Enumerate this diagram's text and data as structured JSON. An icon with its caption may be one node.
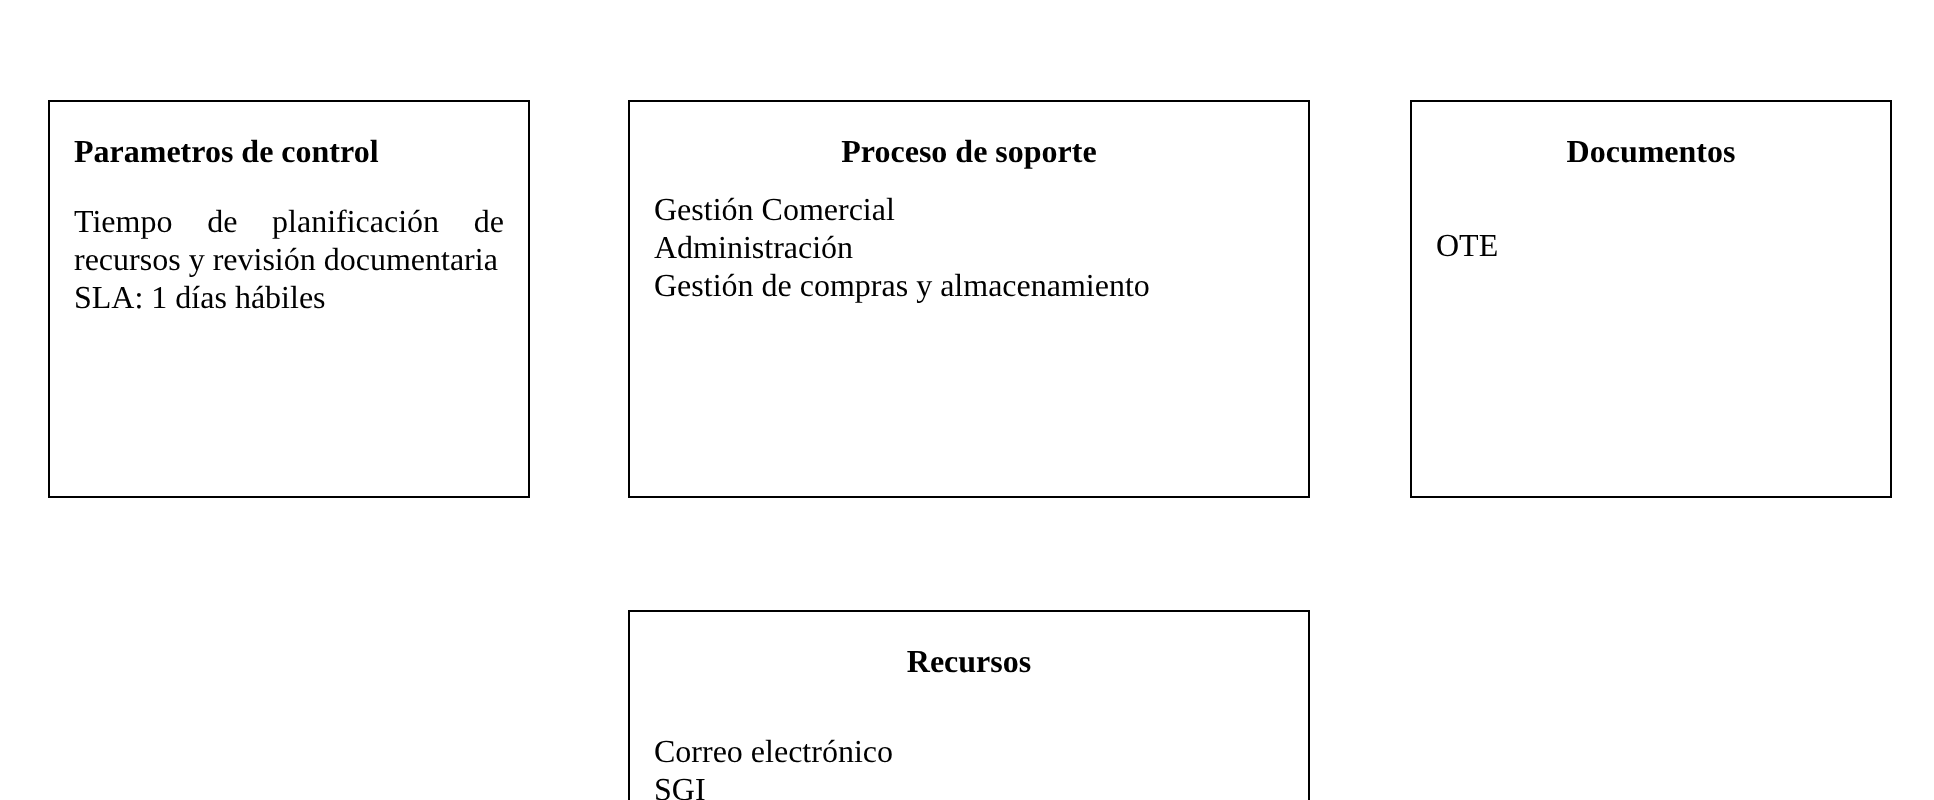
{
  "diagram": {
    "nodes": [
      {
        "text": [
          "Parametros de control",
          "Tiempo de planificación de recursos y revisión documentaria",
          "SLA: 1 días hábiles"
        ]
      },
      {
        "text": [
          "Proceso de soporte",
          "Gestión Comercial",
          "Administración",
          "Gestión de compras y almacenamiento"
        ]
      },
      {
        "text": [
          "Documentos",
          "OTE"
        ]
      },
      {
        "text": [
          "Recursos",
          "Correo electrónico",
          "SGI"
        ]
      }
    ]
  }
}
